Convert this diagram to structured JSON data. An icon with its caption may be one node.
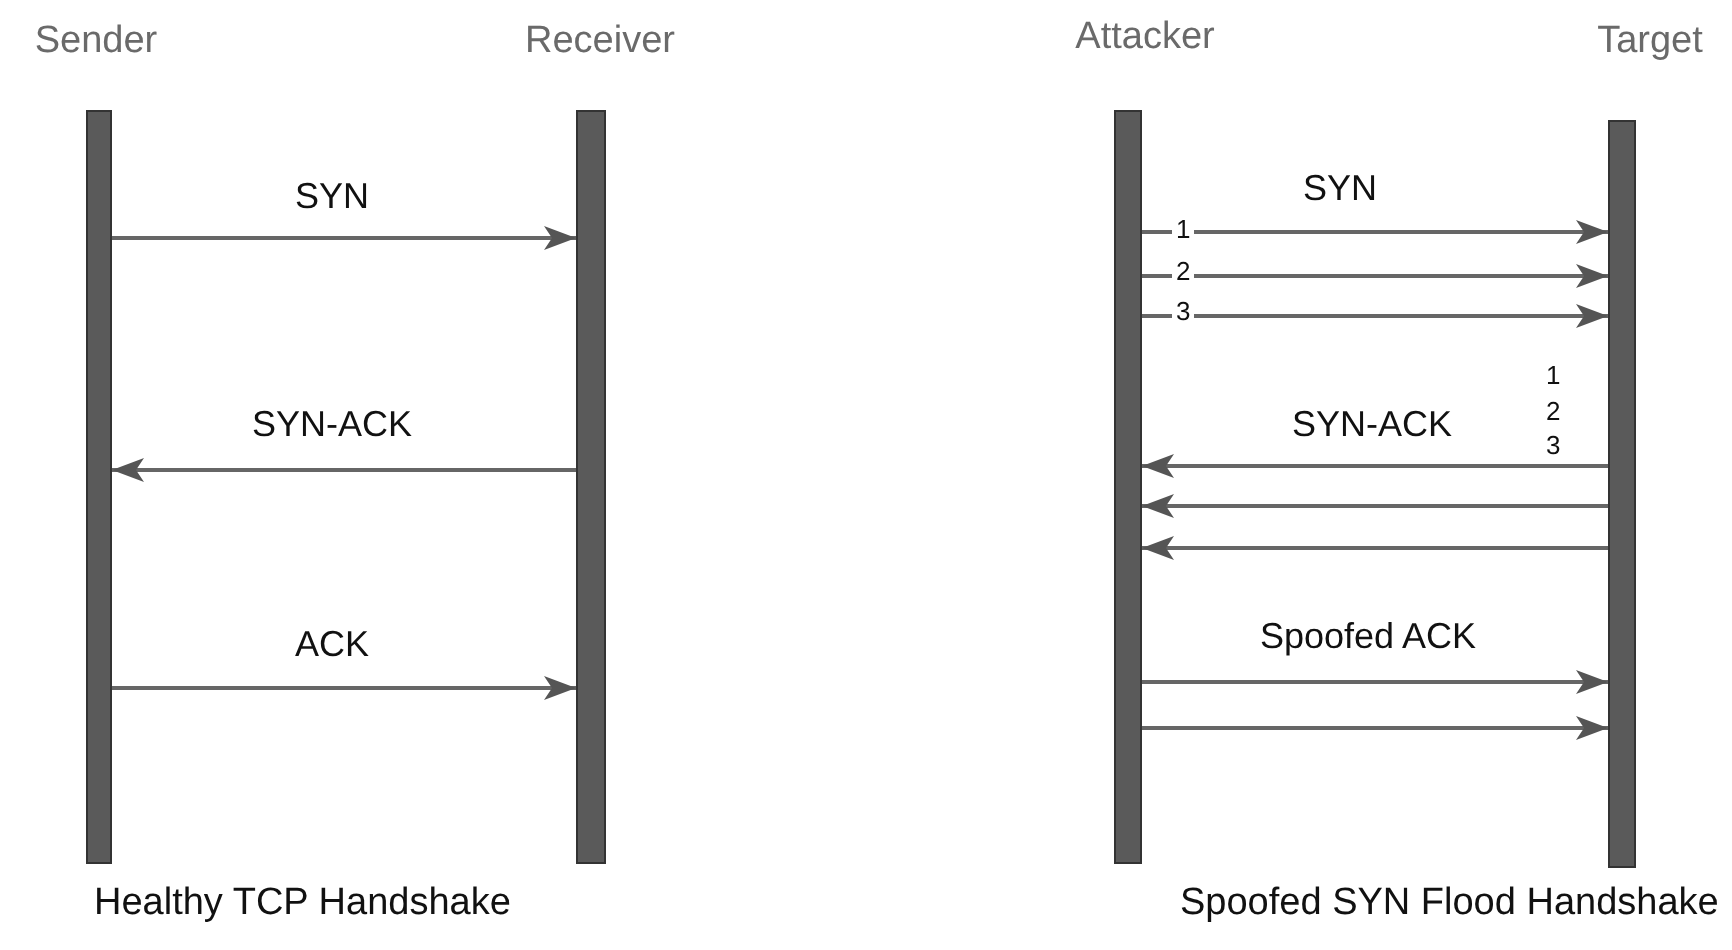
{
  "diagram": {
    "nodes": [
      {
        "text": [
          "Sender"
        ]
      },
      {
        "text": [
          "Receiver"
        ]
      },
      {
        "text": [
          "Attacker"
        ]
      },
      {
        "text": [
          "Target"
        ]
      }
    ],
    "edges": [
      {
        "from": 0,
        "to": 1,
        "arrow": "to",
        "label": "SYN"
      },
      {
        "from": 1,
        "to": 0,
        "arrow": "to",
        "label": "SYN-ACK"
      },
      {
        "from": 0,
        "to": 1,
        "arrow": "to",
        "label": "ACK"
      },
      {
        "from": 2,
        "to": 3,
        "arrow": "to",
        "label": "SYN"
      },
      {
        "from": 2,
        "to": 3,
        "arrow": "to"
      },
      {
        "from": 2,
        "to": 3,
        "arrow": "to"
      },
      {
        "from": 3,
        "to": 2,
        "arrow": "to",
        "label": "SYN-ACK"
      },
      {
        "from": 3,
        "to": 2,
        "arrow": "to"
      },
      {
        "from": 3,
        "to": 2,
        "arrow": "to"
      },
      {
        "from": 2,
        "to": 3,
        "arrow": "to",
        "label": "Spoofed ACK"
      },
      {
        "from": 2,
        "to": 3,
        "arrow": "to"
      }
    ],
    "labels": [
      "1",
      "2",
      "3",
      "1",
      "2",
      "3",
      "Healthy TCP Handshake",
      "Spoofed SYN Flood Handshake"
    ]
  }
}
